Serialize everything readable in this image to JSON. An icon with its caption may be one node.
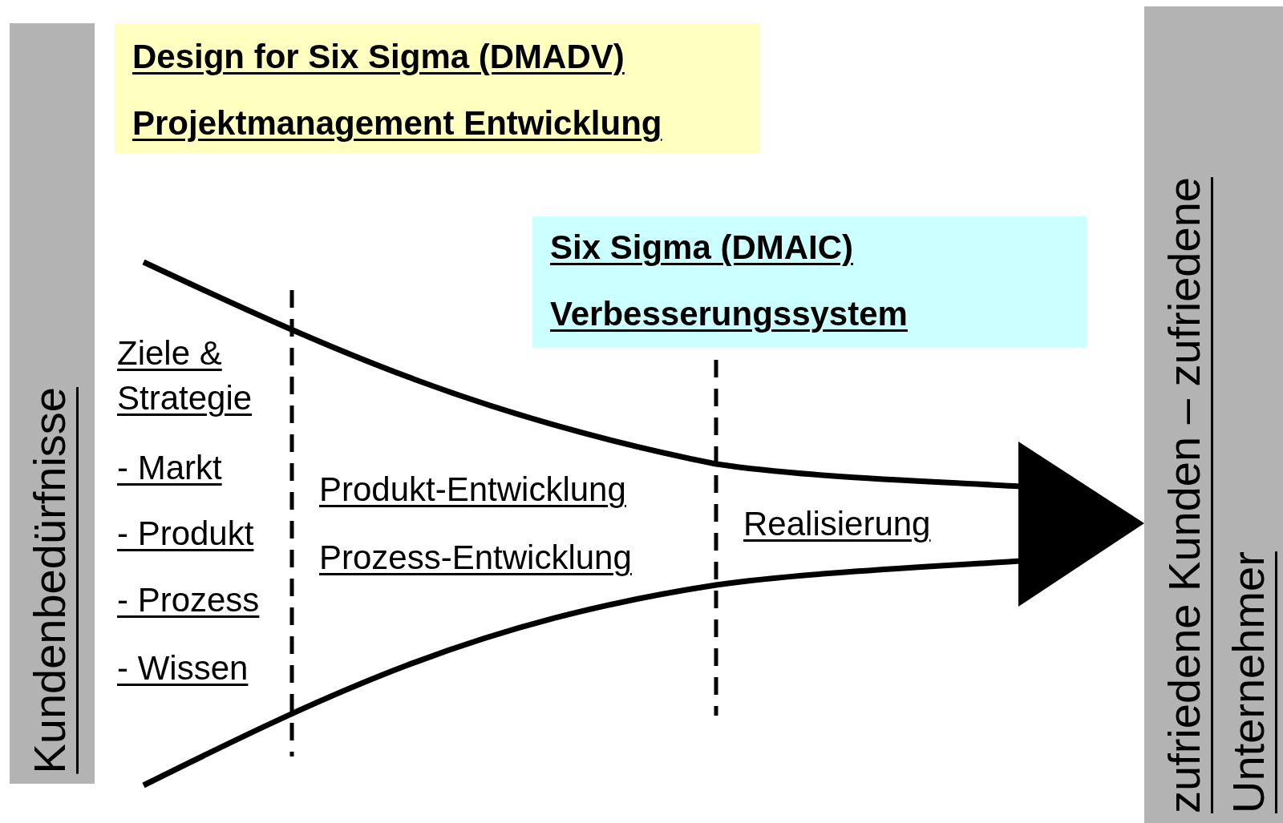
{
  "diagram": {
    "nodes": [
      {
        "text": [
          "Kundenbedürfnisse"
        ]
      },
      {
        "text": [
          "Design for Six Sigma (DMADV)",
          "Projektmanagement Entwicklung"
        ]
      },
      {
        "text": [
          "Six Sigma (DMAIC)",
          "Verbesserungssystem"
        ]
      },
      {
        "text": [
          "zufriedene Kunden – zufriedene Unternehmer"
        ]
      }
    ],
    "edges": [],
    "labels": [
      "Ziele & Strategie",
      "- Markt",
      "- Produkt",
      "- Prozess",
      "- Wissen",
      "Produkt-Entwicklung",
      "Prozess-Entwicklung",
      "Realisierung"
    ]
  }
}
